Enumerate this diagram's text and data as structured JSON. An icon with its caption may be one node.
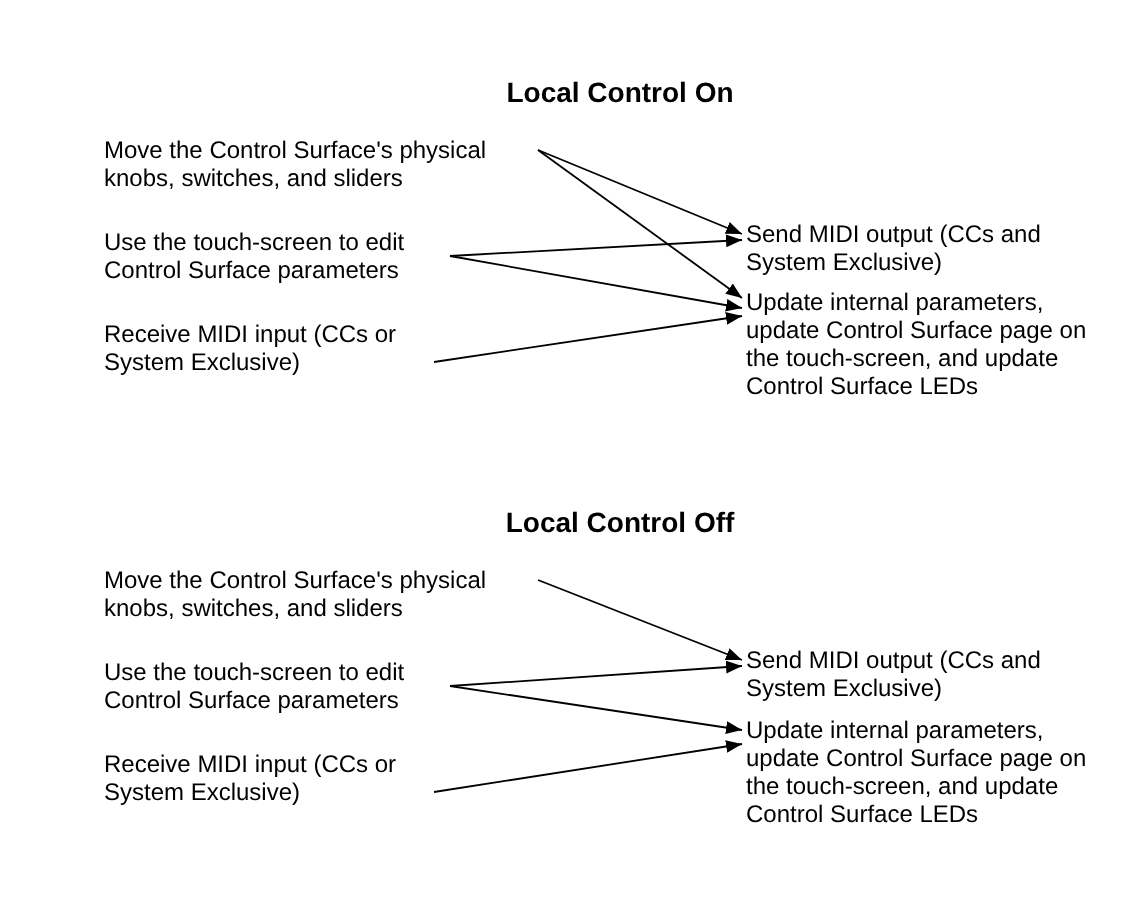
{
  "diagram": {
    "nodes": [
      {
        "text": [
          "Move the Control Surface's physical knobs, switches, and sliders"
        ]
      },
      {
        "text": [
          "Use the touch-screen to edit Control Surface parameters"
        ]
      },
      {
        "text": [
          "Receive MIDI input (CCs or System Exclusive)"
        ]
      },
      {
        "text": [
          "Send MIDI output (CCs and System Exclusive)"
        ]
      },
      {
        "text": [
          "Update internal parameters, update Control Surface page on the touch-screen, and update Control Surface LEDs"
        ]
      },
      {
        "text": [
          "Move the Control Surface's physical knobs, switches, and sliders"
        ]
      },
      {
        "text": [
          "Use the touch-screen to edit Control Surface parameters"
        ]
      },
      {
        "text": [
          "Receive MIDI input (CCs or System Exclusive)"
        ]
      },
      {
        "text": [
          "Send MIDI output (CCs and System Exclusive)"
        ]
      },
      {
        "text": [
          "Update internal parameters, update Control Surface page on the touch-screen, and update Control Surface LEDs"
        ]
      }
    ],
    "edges": [
      {
        "from": 0,
        "to": 3,
        "arrow": "to"
      },
      {
        "from": 0,
        "to": 4,
        "arrow": "to"
      },
      {
        "from": 1,
        "to": 3,
        "arrow": "to"
      },
      {
        "from": 1,
        "to": 4,
        "arrow": "to"
      },
      {
        "from": 2,
        "to": 4,
        "arrow": "to"
      },
      {
        "from": 5,
        "to": 8,
        "arrow": "to"
      },
      {
        "from": 6,
        "to": 8,
        "arrow": "to"
      },
      {
        "from": 6,
        "to": 9,
        "arrow": "to"
      },
      {
        "from": 7,
        "to": 9,
        "arrow": "to"
      }
    ],
    "labels": [
      "Local Control On",
      "Local Control Off"
    ]
  }
}
